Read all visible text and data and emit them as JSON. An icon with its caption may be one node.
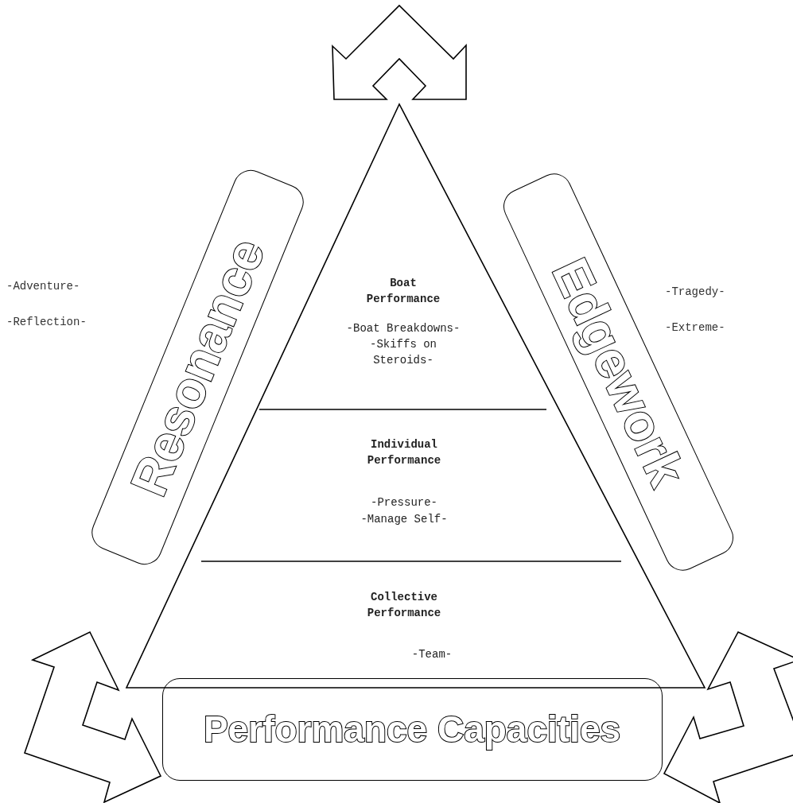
{
  "diagram": {
    "nodes": [
      {
        "text": [],
        "shape": "triangle"
      },
      {
        "text": [
          "Boat Performance",
          "-Boat Breakdowns-",
          "-Skiffs on Steroids-"
        ],
        "in": 0
      },
      {
        "text": [
          "Individual Performance",
          "-Pressure-",
          "-Manage Self-"
        ],
        "in": 0
      },
      {
        "text": [
          "Collective Performance",
          "-Team-"
        ],
        "in": 0
      },
      {
        "text": [
          "Resonance"
        ]
      },
      {
        "text": [
          "Edgework"
        ]
      },
      {
        "text": [
          "Performance Capacities"
        ]
      }
    ],
    "labels": [
      "-Adventure-",
      "-Reflection-",
      "-Tragedy-",
      "-Extreme-"
    ]
  }
}
